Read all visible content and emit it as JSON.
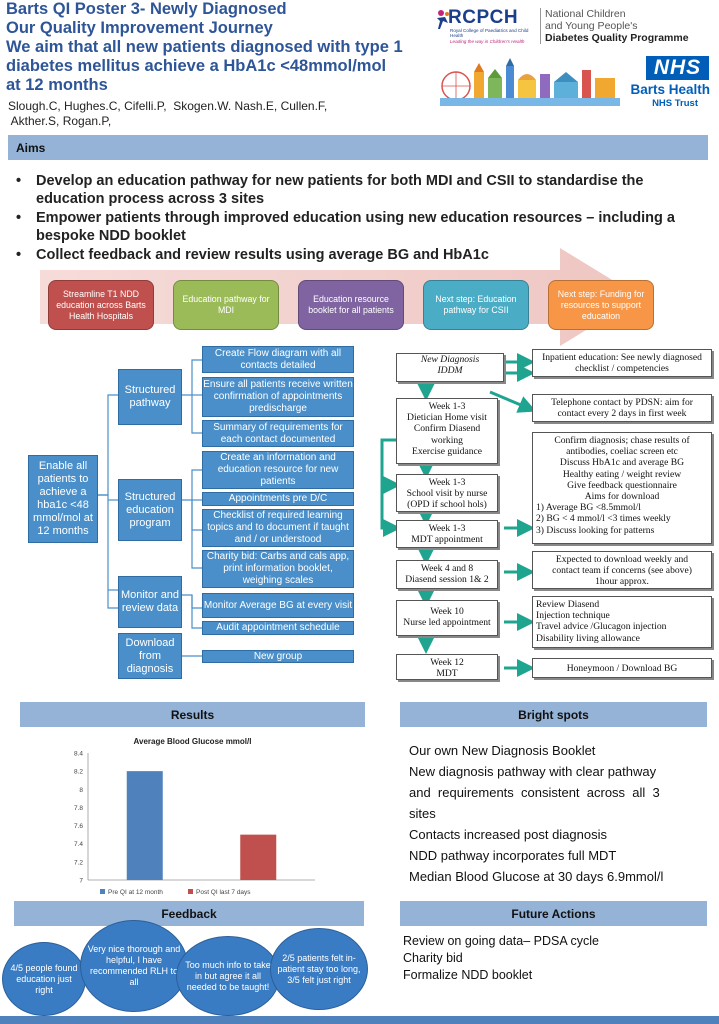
{
  "header": {
    "title_lines": [
      "Barts QI Poster 3- Newly Diagnosed",
      "Our Quality Improvement Journey",
      "We aim that all new patients diagnosed with type 1",
      "diabetes mellitus achieve a HbA1c <48mmol/mol",
      "at 12 months"
    ],
    "authors_lines": [
      "Slough.C, Hughes.C, Cifelli.P,  Skogen.W. Nash.E, Cullen.F,",
      " Akther.S, Rogan.P,"
    ],
    "rcpch": {
      "name": "RCPCH",
      "sub": "Royal College of Paediatrics and Child Health",
      "tagline": "Leading the way in Children's Health"
    },
    "ncy": {
      "line1": "National Children",
      "line2": "and Young People's",
      "line3": "Diabetes Quality Programme"
    },
    "nhs": {
      "badge": "NHS",
      "org": "Barts Health",
      "trust": "NHS Trust"
    }
  },
  "aims": {
    "heading": "Aims",
    "bullets": [
      "Develop an education pathway for new patients for both MDI and CSII to standardise the education process across 3 sites",
      "Empower patients through improved education using new education resources – including a bespoke NDD booklet",
      "Collect feedback and review results using average BG and HbA1c"
    ]
  },
  "stages": [
    {
      "label": "Streamline T1 NDD education across Barts Health Hospitals",
      "color": "#c0504d"
    },
    {
      "label": "Education pathway for MDI",
      "color": "#9bbb59"
    },
    {
      "label": "Education resource booklet for all patients",
      "color": "#8064a2"
    },
    {
      "label": "Next step: Education pathway for CSII",
      "color": "#4bacc6"
    },
    {
      "label": "Next step: Funding for resources to support education",
      "color": "#f79646"
    }
  ],
  "driver": {
    "primary": "Enable all patients to achieve a hba1c <48 mmol/mol at 12 months",
    "secondary": [
      "Structured pathway",
      "Structured education program",
      "Monitor and review data",
      "Download from diagnosis"
    ],
    "changes": [
      "Create Flow diagram with all contacts detailed",
      "Ensure all patients receive written confirmation of appointments predischarge",
      "Summary of requirements for each contact documented",
      "Create an information and education resource for new patients",
      "Appointments pre D/C",
      "Checklist of required learning topics and to document if taught and / or understood",
      "Charity bid: Carbs and cals app, print information booklet, weighing scales",
      "Monitor Average BG at every visit",
      "Audit appointment schedule",
      "New group"
    ]
  },
  "flow": {
    "start_line1": "New Diagnosis",
    "start_line2": "IDDM",
    "steps": [
      [
        "Week 1-3",
        "Dietician Home visit",
        "Confirm Diasend",
        "working",
        "Exercise guidance"
      ],
      [
        "Week 1-3",
        "School visit by nurse",
        "(OPD if school hols)"
      ],
      [
        "Week 1-3",
        "MDT appointment"
      ],
      [
        "Week 4 and 8",
        "Diasend session 1& 2"
      ],
      [
        "Week 10",
        "Nurse led appointment"
      ],
      [
        "Week 12",
        "MDT"
      ]
    ],
    "notes": {
      "inpatient": [
        "Inpatient education: See newly diagnosed",
        "checklist / competencies"
      ],
      "telephone": [
        "Telephone contact by PDSN: aim for",
        "contact every 2 days in first week"
      ],
      "mdt": [
        "Confirm diagnosis;  chase results of",
        "antibodies,  coeliac screen etc",
        "Discuss HbA1c and average BG",
        "Healthy eating / weight review",
        "Give feedback questionnaire",
        "Aims for download"
      ],
      "mdt_aims": [
        "1) Average BG <8.5mmol/l",
        "2) BG < 4 mmol/l   <3 times weekly",
        "3) Discuss  looking  for patterns"
      ],
      "download": [
        "Expected to download weekly and",
        "contact team if concerns (see above)",
        "1hour approx."
      ],
      "nurse": [
        "Review Diasend",
        "Injection technique",
        "Travel advice /Glucagon injection",
        "Disability  living  allowance"
      ],
      "week12": "Honeymoon / Download BG"
    }
  },
  "results": {
    "heading": "Results"
  },
  "chart_data": {
    "type": "bar",
    "title": "Average Blood Glucose mmol/l",
    "categories": [
      "Pre QI at 12 month",
      "Post QI last 7 days"
    ],
    "values": [
      8.2,
      7.5
    ],
    "colors": [
      "#4f81bd",
      "#c0504d"
    ],
    "ylim": [
      7,
      8.4
    ],
    "yticks": [
      "7",
      "7.2",
      "7.4",
      "7.6",
      "7.8",
      "8",
      "8.2",
      "8.4"
    ],
    "legend": "bottom",
    "grid": false
  },
  "bright": {
    "heading": "Bright spots",
    "items": [
      "Our own New Diagnosis Booklet",
      "New diagnosis pathway with clear pathway",
      "and  requirements  consistent  across  all  3",
      "sites",
      "Contacts increased post diagnosis",
      "NDD pathway incorporates full MDT",
      "Median Blood Glucose at 30 days 6.9mmol/l"
    ]
  },
  "feedback": {
    "heading": "Feedback",
    "bubbles": [
      "4/5 people found education just right",
      "Very nice thorough and helpful, I have recommended RLH to all",
      "Too much info to take in but agree it all needed to be taught!",
      "2/5 patients felt in-patient stay too long, 3/5 felt just right"
    ]
  },
  "future": {
    "heading": "Future Actions",
    "items": [
      "Review on going data– PDSA cycle",
      "Charity bid",
      "Formalize NDD booklet"
    ]
  }
}
